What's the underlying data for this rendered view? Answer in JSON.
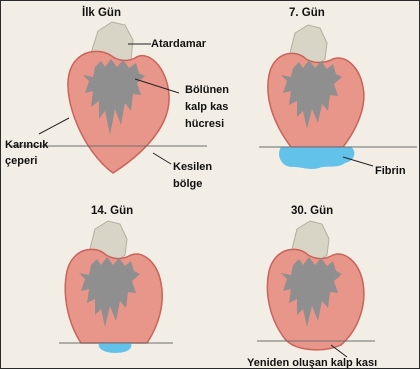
{
  "panels": [
    {
      "title": "İlk Gün",
      "labels": {
        "artery": "Atardamar",
        "dividing_1": "Bölünen",
        "dividing_2": "kalp kas",
        "dividing_3": "hücresi",
        "wall_1": "Karıncık",
        "wall_2": "çeperi",
        "cut_1": "Kesilen",
        "cut_2": "bölge"
      }
    },
    {
      "title": "7. Gün",
      "labels": {
        "fibrin": "Fibrin"
      }
    },
    {
      "title": "14. Gün",
      "labels": {}
    },
    {
      "title": "30. Gün",
      "labels": {
        "regenerated": "Yeniden oluşan kalp kası"
      }
    }
  ],
  "colors": {
    "background": "#f3eee5",
    "heart_fill": "#e9968a",
    "heart_edge": "#c9635a",
    "muscle_gray": "#8f8f8f",
    "artery": "#d8d4c6",
    "fibrin": "#62c2ea",
    "cut_line": "#6d6d6d"
  }
}
